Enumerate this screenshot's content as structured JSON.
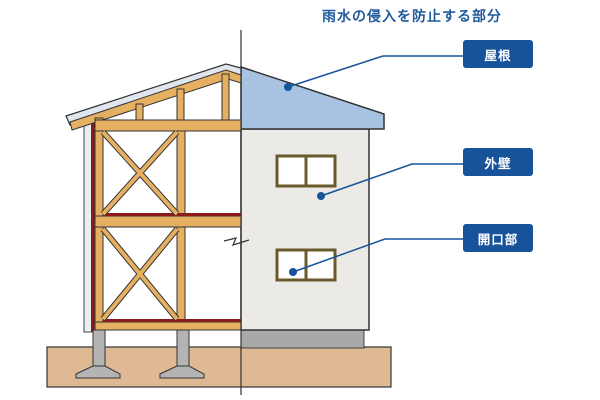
{
  "title": "雨水の侵入を防止する部分",
  "labels": {
    "roof": "屋根",
    "wall": "外壁",
    "opening": "開口部"
  },
  "colors": {
    "accent": "#17539a",
    "roof": "#a8c3e2",
    "wall": "#ebeae7",
    "timber": "#e5b061",
    "ground": "#deb994",
    "foundation": "#b4b4b4",
    "sill": "#8b1a1a"
  }
}
